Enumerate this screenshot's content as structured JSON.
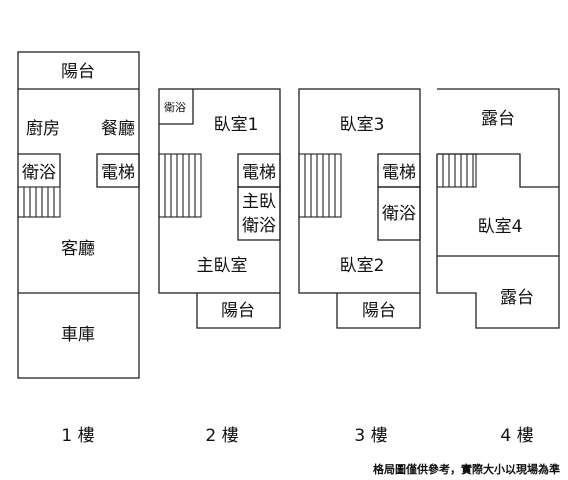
{
  "floors": [
    {
      "label": "1 樓",
      "rooms": {
        "balcony": "陽台",
        "kitchen": "廚房",
        "dining": "餐廳",
        "bath": "衛浴",
        "elevator": "電梯",
        "living": "客廳",
        "garage": "車庫"
      }
    },
    {
      "label": "2 樓",
      "rooms": {
        "bath": "衛浴",
        "bedroom": "臥室1",
        "elevator": "電梯",
        "master_bath_1": "主臥",
        "master_bath_2": "衛浴",
        "master": "主臥室",
        "balcony": "陽台"
      }
    },
    {
      "label": "3 樓",
      "rooms": {
        "bedroom3": "臥室3",
        "elevator": "電梯",
        "bath": "衛浴",
        "bedroom2": "臥室2",
        "balcony": "陽台"
      }
    },
    {
      "label": "4 樓",
      "rooms": {
        "terrace_top": "露台",
        "bedroom4": "臥室4",
        "terrace_bottom": "露台"
      }
    }
  ],
  "disclaimer": "格局圖僅供參考，實際大小以現場為準"
}
